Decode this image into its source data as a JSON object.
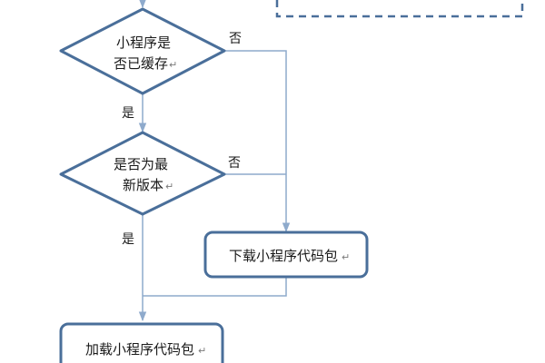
{
  "diagram": {
    "nodes": {
      "check_cached": {
        "line1": "小程序是",
        "line2": "否已缓存"
      },
      "check_latest": {
        "line1": "是否为最",
        "line2": "新版本"
      },
      "download_package": {
        "label": "下载小程序代码包"
      },
      "load_package": {
        "label": "加载小程序代码包"
      }
    },
    "edges": {
      "cached_no": "否",
      "cached_yes": "是",
      "latest_no": "否",
      "latest_yes": "是"
    },
    "return_mark": "↵"
  },
  "colors": {
    "shape_stroke": "#4a6f9a",
    "connector": "#8eaacc",
    "dashed_box": "#4a6f9a"
  }
}
